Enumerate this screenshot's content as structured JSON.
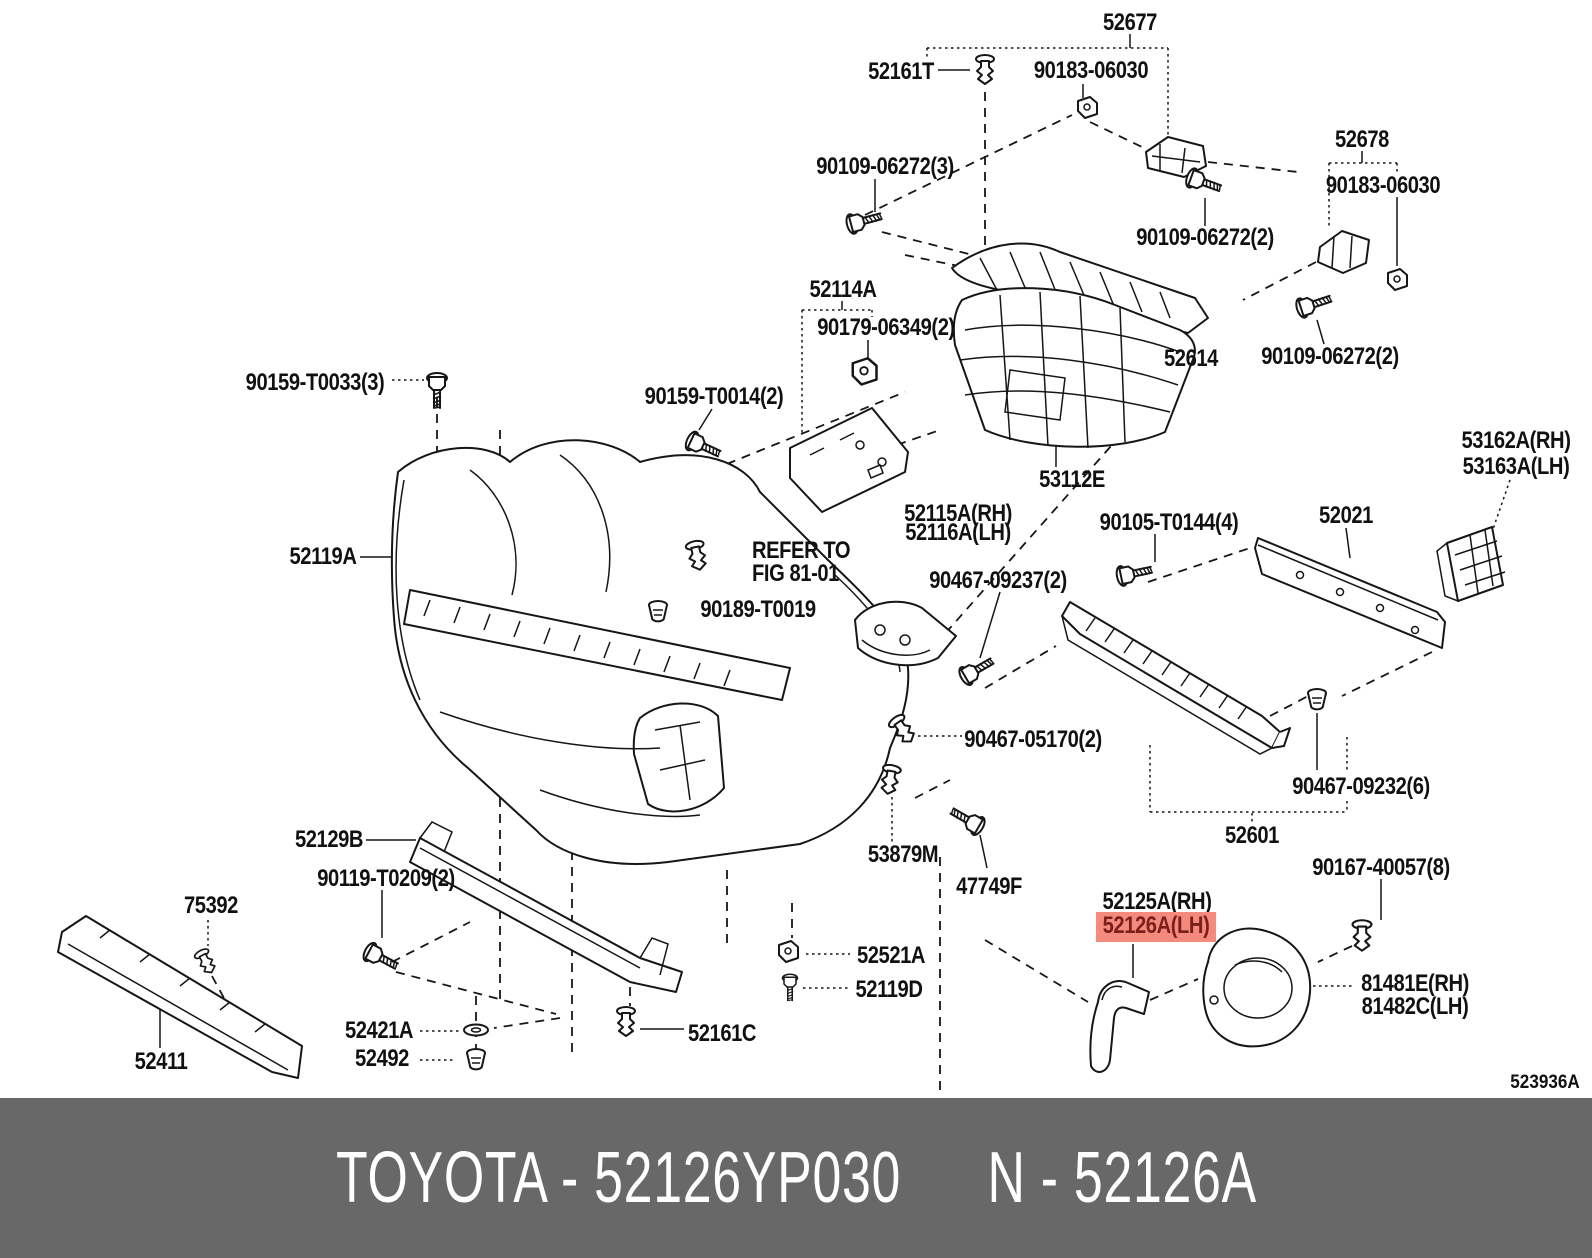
{
  "page": {
    "background": "#ffffff"
  },
  "colors": {
    "line": "#161616",
    "highlight_bg": "#f4897e",
    "highlight_text": "#7a1f1a",
    "banner_bg": "#686868",
    "banner_text": "#ffffff"
  },
  "diagram": {
    "type": "exploded-parts-diagram",
    "subject": "front bumper and grille assembly",
    "ref_code": "523936A",
    "highlighted_part": "52126A(LH)",
    "labels": [
      {
        "text": "52677"
      },
      {
        "text": "52161T"
      },
      {
        "text": "90183-06030"
      },
      {
        "text": "90109-06272(3)"
      },
      {
        "text": "90109-06272(2)"
      },
      {
        "text": "52678"
      },
      {
        "text": "90183-06030"
      },
      {
        "text": "90109-06272(2)"
      },
      {
        "text": "52114A"
      },
      {
        "text": "90179-06349(2)"
      },
      {
        "text": "90159-T0014(2)"
      },
      {
        "text": "52614"
      },
      {
        "text": "90159-T0033(3)"
      },
      {
        "text": "53112E"
      },
      {
        "text": "53162A(RH)"
      },
      {
        "text": "53163A(LH)"
      },
      {
        "text": "52115A(RH)"
      },
      {
        "text": "52116A(LH)"
      },
      {
        "text": "52021"
      },
      {
        "text": "90105-T0144(4)"
      },
      {
        "text": "52119A"
      },
      {
        "text": "REFER TO"
      },
      {
        "text": "FIG 81-01"
      },
      {
        "text": "90467-09237(2)"
      },
      {
        "text": "90189-T0019"
      },
      {
        "text": "90467-05170(2)"
      },
      {
        "text": "90467-09232(6)"
      },
      {
        "text": "52601"
      },
      {
        "text": "53879M"
      },
      {
        "text": "47749F"
      },
      {
        "text": "52129B"
      },
      {
        "text": "90119-T0209(2)"
      },
      {
        "text": "90167-40057(8)"
      },
      {
        "text": "52125A(RH)"
      },
      {
        "text": "52126A(LH)",
        "highlighted": true
      },
      {
        "text": "75392"
      },
      {
        "text": "81481E(RH)"
      },
      {
        "text": "81482C(LH)"
      },
      {
        "text": "52521A"
      },
      {
        "text": "52119D"
      },
      {
        "text": "52411"
      },
      {
        "text": "52421A"
      },
      {
        "text": "52492"
      },
      {
        "text": "52161C"
      }
    ]
  },
  "footer": {
    "left": "TOYOTA - 52126YP030",
    "right": "N - 52126A"
  }
}
